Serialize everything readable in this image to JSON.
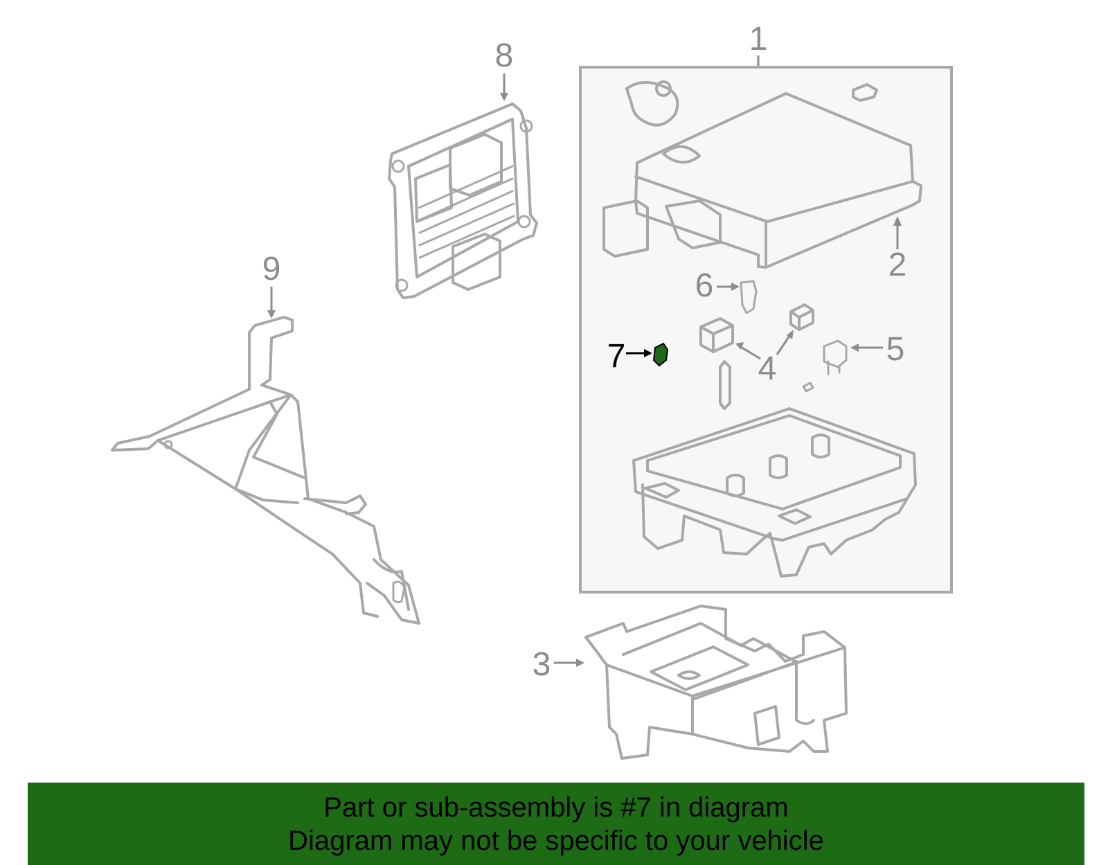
{
  "callouts": {
    "c1": "1",
    "c2": "2",
    "c3": "3",
    "c4": "4",
    "c5": "5",
    "c6": "6",
    "c7": "7",
    "c8": "8",
    "c9": "9"
  },
  "highlight": {
    "part_number": "7",
    "color": "#1e6b16"
  },
  "banner": {
    "line1": "Part or sub-assembly is #7 in diagram",
    "line2": "Diagram may not be specific to your vehicle",
    "background": "#1e6b16"
  }
}
